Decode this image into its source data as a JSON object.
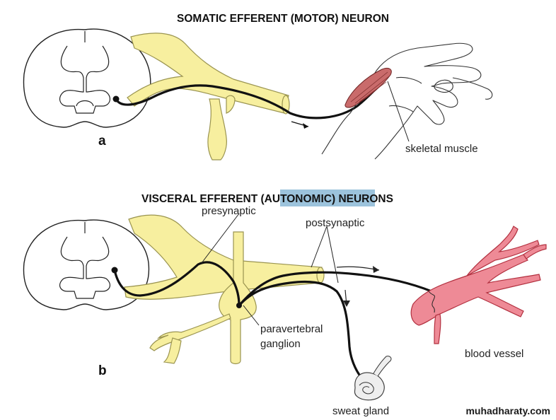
{
  "panel_a": {
    "title": "SOMATIC EFFERENT (MOTOR) NEURON",
    "letter": "a",
    "labels": {
      "target": "skeletal muscle"
    }
  },
  "panel_b": {
    "title_prefix": "VISCERAL EFFERENT ",
    "title_highlight": "(AUTONOMIC)",
    "title_suffix": " NEURONS",
    "letter": "b",
    "labels": {
      "presynaptic": "presynaptic",
      "postsynaptic": "postsynaptic",
      "ganglion_line1": "paravertebral",
      "ganglion_line2": "ganglion",
      "blood_vessel": "blood vessel",
      "sweat_gland": "sweat gland"
    }
  },
  "watermark": "muhadharaty.com",
  "colors": {
    "nerve": "#f7ef9f",
    "highlight": "#9cc3dc",
    "vessel": "#ee8a96",
    "muscle": "#c96b6b"
  }
}
